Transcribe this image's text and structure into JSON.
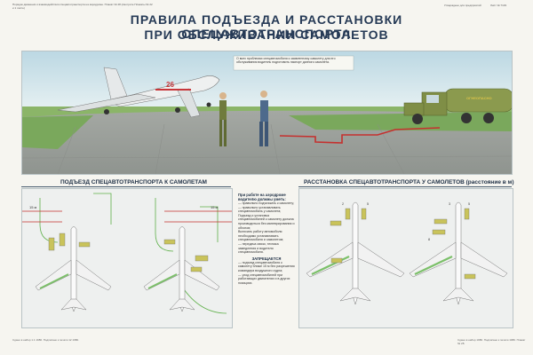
{
  "header": {
    "top_left_note": "Порядок движения и взаимодействия спецавтотранспорта на аэродроме. Плакат № 28 (смотрите Плакаты № 22 и 1 листе)",
    "top_right_label": "Утверждено для предприятий",
    "doc_number": "Лист № 7133",
    "title_line1": "ПРАВИЛА ПОДЪЕЗДА И РАССТАНОВКИ СПЕЦАВТОТРАНСПОРТА",
    "title_line2": "ПРИ ОБСЛУЖИВАНИИ САМОЛЕТОВ"
  },
  "scene": {
    "callout": "О всех проблемах спецавтомобиля к заявленному самолету для его обслуживания водитель подготовить паспорт данного самолета.",
    "aircraft_number": "26",
    "tanker_label": "ОГНЕОПАСНО"
  },
  "sections": {
    "left_title": "ПОДЪЕЗД СПЕЦАВТОТРАНСПОРТА К САМОЛЕТАМ",
    "right_title": "РАССТАНОВКА СПЕЦАВТОТРАНСПОРТА У САМОЛЕТОВ (расстояние в м)",
    "left_markers": [
      "15 м",
      "15 м"
    ],
    "right_markers": [
      "2",
      "5",
      "3",
      "5",
      "8"
    ]
  },
  "rules": {
    "heading": "При работе на аэродроме водителю должны уметь:",
    "items": [
      "— правильно подъезжать к самолету;",
      "— правильно устанавливать спецавтомобиль у самолета;",
      "Подъезд и установка спецавтомобилей к самолету должна производиться без маневрирования и обгонов;",
      "Включать работу автомобиля необходимо устанавливать спецавтомобиля и самолетом;",
      "— передача связи, техника замедления и водителя спецавтомобиля."
    ],
    "forbidden_heading": "ЗАПРЕЩАЕТСЯ",
    "forbidden_items": [
      "— подъезд спецавтомобиля к самолету ближе 15 м без разрешения командира воздушного судна;",
      "— уход спецавтомобилей при работающих двигателях и в других позициях."
    ]
  },
  "footer": {
    "left": "Сдано в набор 1.1 1980. Подписано к печати 12 1980.",
    "right": "Сдано в набор 1980. Подписано к печати 1980. Плакат № 28."
  }
}
